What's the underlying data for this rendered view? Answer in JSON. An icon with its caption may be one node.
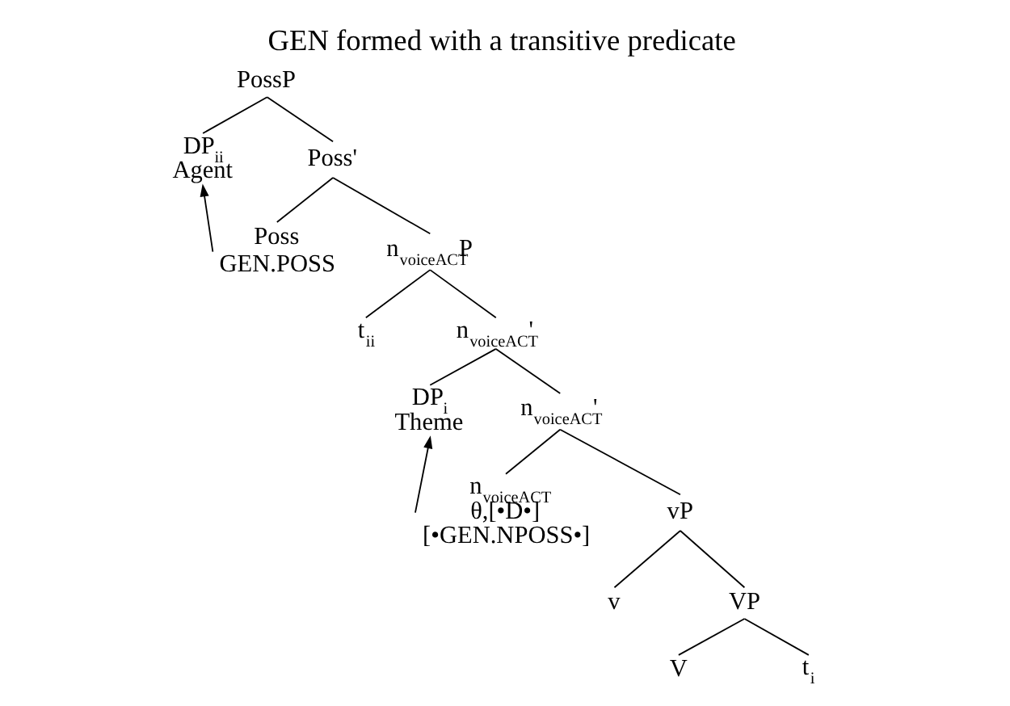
{
  "diagram": {
    "title": "GEN formed with a transitive predicate",
    "nodes": [
      {
        "text": [
          "PossP"
        ]
      },
      {
        "text": [
          "DP$_{ii}$",
          "Agent"
        ]
      },
      {
        "text": [
          "Poss'"
        ]
      },
      {
        "text": [
          "Poss",
          "GEN.POSS"
        ]
      },
      {
        "text": [
          "n$_{voiceACT}$P"
        ]
      },
      {
        "text": [
          "t$_{ii}$"
        ]
      },
      {
        "text": [
          "n$_{voiceACT}$'"
        ]
      },
      {
        "text": [
          "DP$_{i}$",
          "Theme"
        ]
      },
      {
        "text": [
          "n$_{voiceACT}$'"
        ]
      },
      {
        "text": [
          "n$_{voiceACT}$",
          "θ,[•D•]",
          "[•GEN.NPOSS•]"
        ]
      },
      {
        "text": [
          "vP"
        ]
      },
      {
        "text": [
          "v"
        ]
      },
      {
        "text": [
          "VP"
        ]
      },
      {
        "text": [
          "V"
        ]
      },
      {
        "text": [
          "t$_{i}$"
        ]
      }
    ],
    "edges": [
      {
        "from": 0,
        "to": 1,
        "arrow": "none"
      },
      {
        "from": 0,
        "to": 2,
        "arrow": "none"
      },
      {
        "from": 2,
        "to": 3,
        "arrow": "none"
      },
      {
        "from": 2,
        "to": 4,
        "arrow": "none"
      },
      {
        "from": 4,
        "to": 5,
        "arrow": "none"
      },
      {
        "from": 4,
        "to": 6,
        "arrow": "none"
      },
      {
        "from": 6,
        "to": 7,
        "arrow": "none"
      },
      {
        "from": 6,
        "to": 8,
        "arrow": "none"
      },
      {
        "from": 8,
        "to": 9,
        "arrow": "none"
      },
      {
        "from": 8,
        "to": 10,
        "arrow": "none"
      },
      {
        "from": 10,
        "to": 11,
        "arrow": "none"
      },
      {
        "from": 10,
        "to": 12,
        "arrow": "none"
      },
      {
        "from": 12,
        "to": 13,
        "arrow": "none"
      },
      {
        "from": 12,
        "to": 14,
        "arrow": "none"
      },
      {
        "from": 3,
        "to": 1,
        "arrow": "to"
      },
      {
        "from": 9,
        "to": 7,
        "arrow": "to"
      }
    ]
  }
}
